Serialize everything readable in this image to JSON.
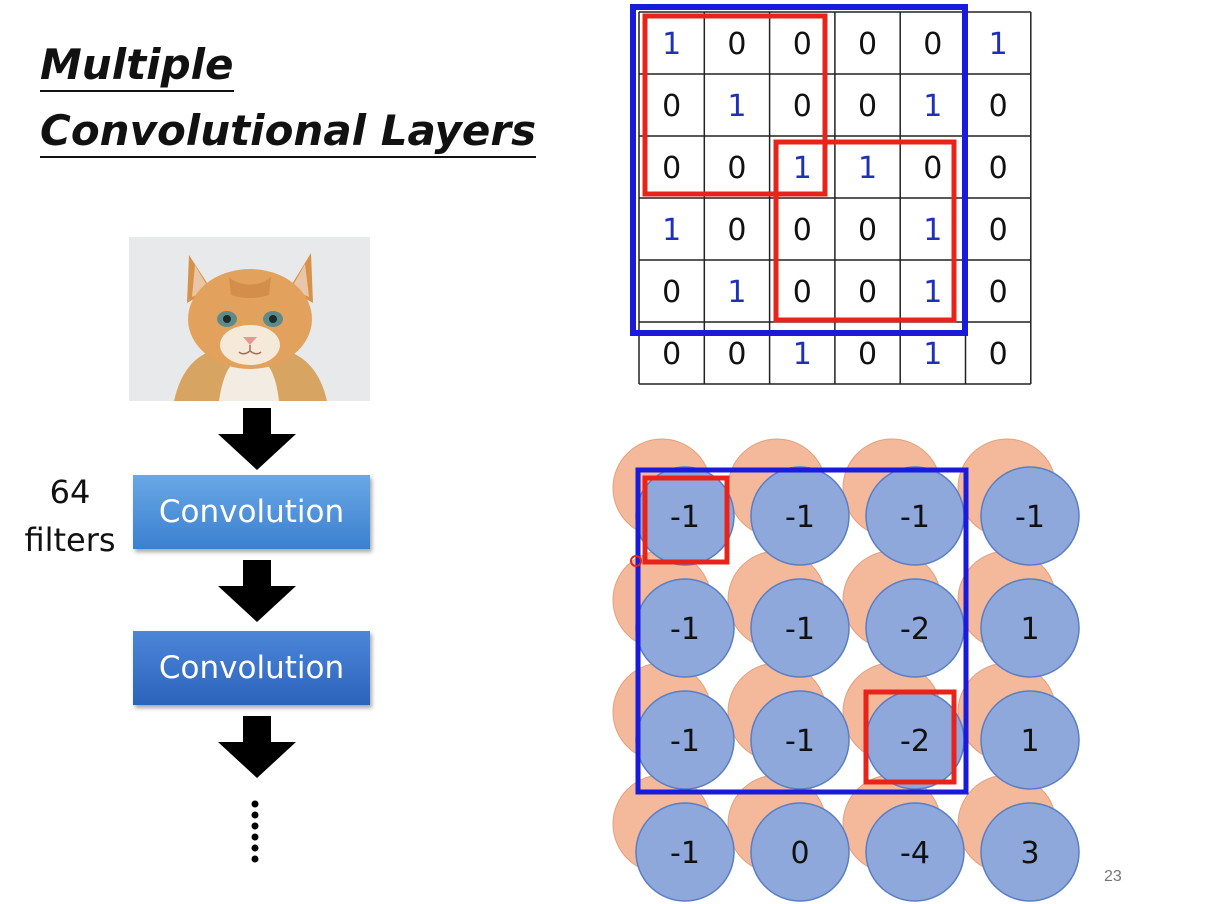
{
  "title": {
    "line1": "Multiple",
    "line2": "Convolutional Layers"
  },
  "pipeline": {
    "filters_count": "64",
    "filters_word": "filters",
    "conv1_label": "Convolution",
    "conv2_label": "Convolution"
  },
  "image_matrix": [
    [
      "1",
      "0",
      "0",
      "0",
      "0",
      "1"
    ],
    [
      "0",
      "1",
      "0",
      "0",
      "1",
      "0"
    ],
    [
      "0",
      "0",
      "1",
      "1",
      "0",
      "0"
    ],
    [
      "1",
      "0",
      "0",
      "0",
      "1",
      "0"
    ],
    [
      "0",
      "1",
      "0",
      "0",
      "1",
      "0"
    ],
    [
      "0",
      "0",
      "1",
      "0",
      "1",
      "0"
    ]
  ],
  "feature_map": [
    [
      "-1",
      "-1",
      "-1",
      "-1"
    ],
    [
      "-1",
      "-1",
      "-2",
      "1"
    ],
    [
      "-1",
      "-1",
      "-2",
      "1"
    ],
    [
      "-1",
      "0",
      "-4",
      "3"
    ]
  ],
  "colors": {
    "one_digit": "#1f2fb8",
    "zero_digit": "#111111",
    "blue_frame": "#1a1adb",
    "red_frame": "#e8241a",
    "front_circle": "#8fa8dc",
    "back_circle": "#f4b99a"
  },
  "page_number": "23"
}
